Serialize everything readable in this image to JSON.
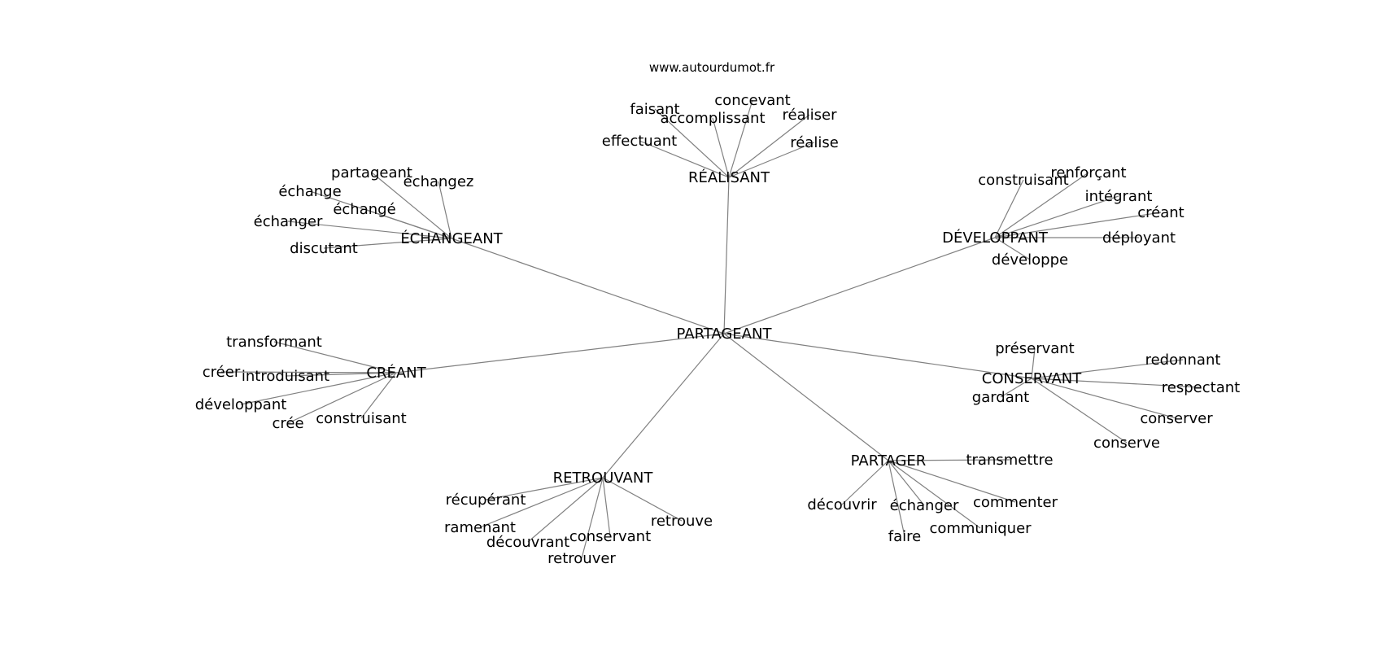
{
  "header": {
    "site": "www.autourdumot.fr"
  },
  "center": "PARTAGEANT",
  "groups": [
    {
      "name": "RÉALISANT",
      "words": [
        "faisant",
        "accomplissant",
        "concevant",
        "réaliser",
        "effectuant",
        "réalise"
      ]
    },
    {
      "name": "ÉCHANGEANT",
      "words": [
        "partageant",
        "échangez",
        "échange",
        "échangé",
        "échanger",
        "discutant"
      ]
    },
    {
      "name": "DÉVELOPPANT",
      "words": [
        "construisant",
        "renforçant",
        "intégrant",
        "créant",
        "déployant",
        "développe"
      ]
    },
    {
      "name": "CRÉANT",
      "words": [
        "transformant",
        "créer",
        "introduisant",
        "développant",
        "crée",
        "construisant"
      ]
    },
    {
      "name": "CONSERVANT",
      "words": [
        "préservant",
        "redonnant",
        "respectant",
        "gardant",
        "conserver",
        "conserve"
      ]
    },
    {
      "name": "PARTAGER",
      "words": [
        "transmettre",
        "découvrir",
        "échanger",
        "commenter",
        "faire",
        "communiquer"
      ]
    },
    {
      "name": "RETROUVANT",
      "words": [
        "récupérant",
        "ramenant",
        "découvrant",
        "conservant",
        "retrouve",
        "retrouver"
      ]
    }
  ]
}
